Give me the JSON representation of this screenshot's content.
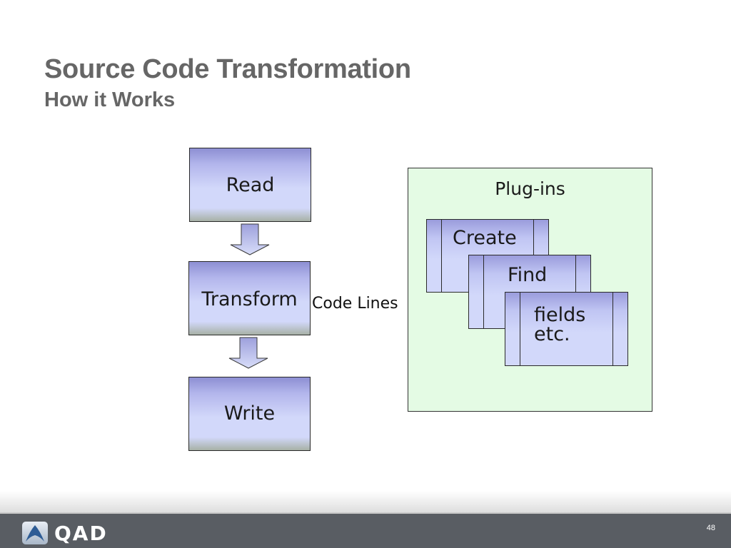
{
  "slide": {
    "title": "Source Code Transformation",
    "subtitle": "How it Works"
  },
  "diagram": {
    "nodes": [
      {
        "id": "read",
        "label": "Read"
      },
      {
        "id": "transform",
        "label": "Transform"
      },
      {
        "id": "write",
        "label": "Write"
      }
    ],
    "edge_label": "Code Lines",
    "plugins": {
      "title": "Plug-ins",
      "items": [
        {
          "label": "Create"
        },
        {
          "label": "Find"
        },
        {
          "label_line1": "fields",
          "label_line2": "etc."
        }
      ]
    }
  },
  "footer": {
    "logo_text": "QAD",
    "page_number": "48"
  },
  "colors": {
    "box_fill": "#d2d8fa",
    "box_top": "#8d8fd3",
    "plugins_bg": "#e4fbe4",
    "footer_bg": "#595d63"
  }
}
